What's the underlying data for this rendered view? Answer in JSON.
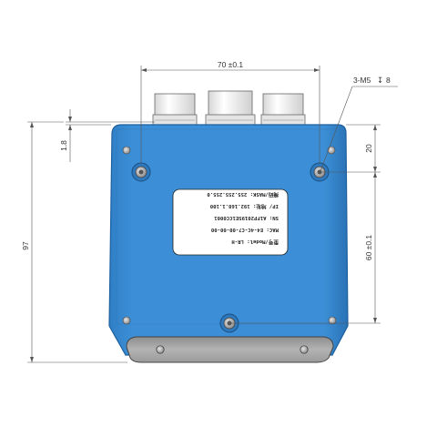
{
  "drawing": {
    "dimensions": {
      "width_top": "70 ±0.1",
      "thread_callout": "3-M5",
      "thread_depth_symbol": "↧",
      "thread_depth": "8",
      "offset_small": "1.8",
      "height_total": "97",
      "offset_right_top": "20",
      "spacing_right": "60 ±0.1"
    },
    "label": {
      "lines": [
        {
          "key": "型号/Model:",
          "value": "LR-H"
        },
        {
          "key": "MAC:",
          "value": "E4-4C-C7-00-00-00"
        },
        {
          "key": "SN:",
          "value": "A1FP2019SE1CC0001"
        },
        {
          "key": "IP/ 地址:",
          "value": "192.168.1.100"
        },
        {
          "key": "掩码/MASK:",
          "value": "255.255.255.0"
        }
      ]
    },
    "colors": {
      "body": "#3c8fd6",
      "body_edge": "#1d5f9e",
      "connector": "#f1f1f1",
      "bumper": "#a5a5a5",
      "dimension_line": "#555555"
    }
  }
}
